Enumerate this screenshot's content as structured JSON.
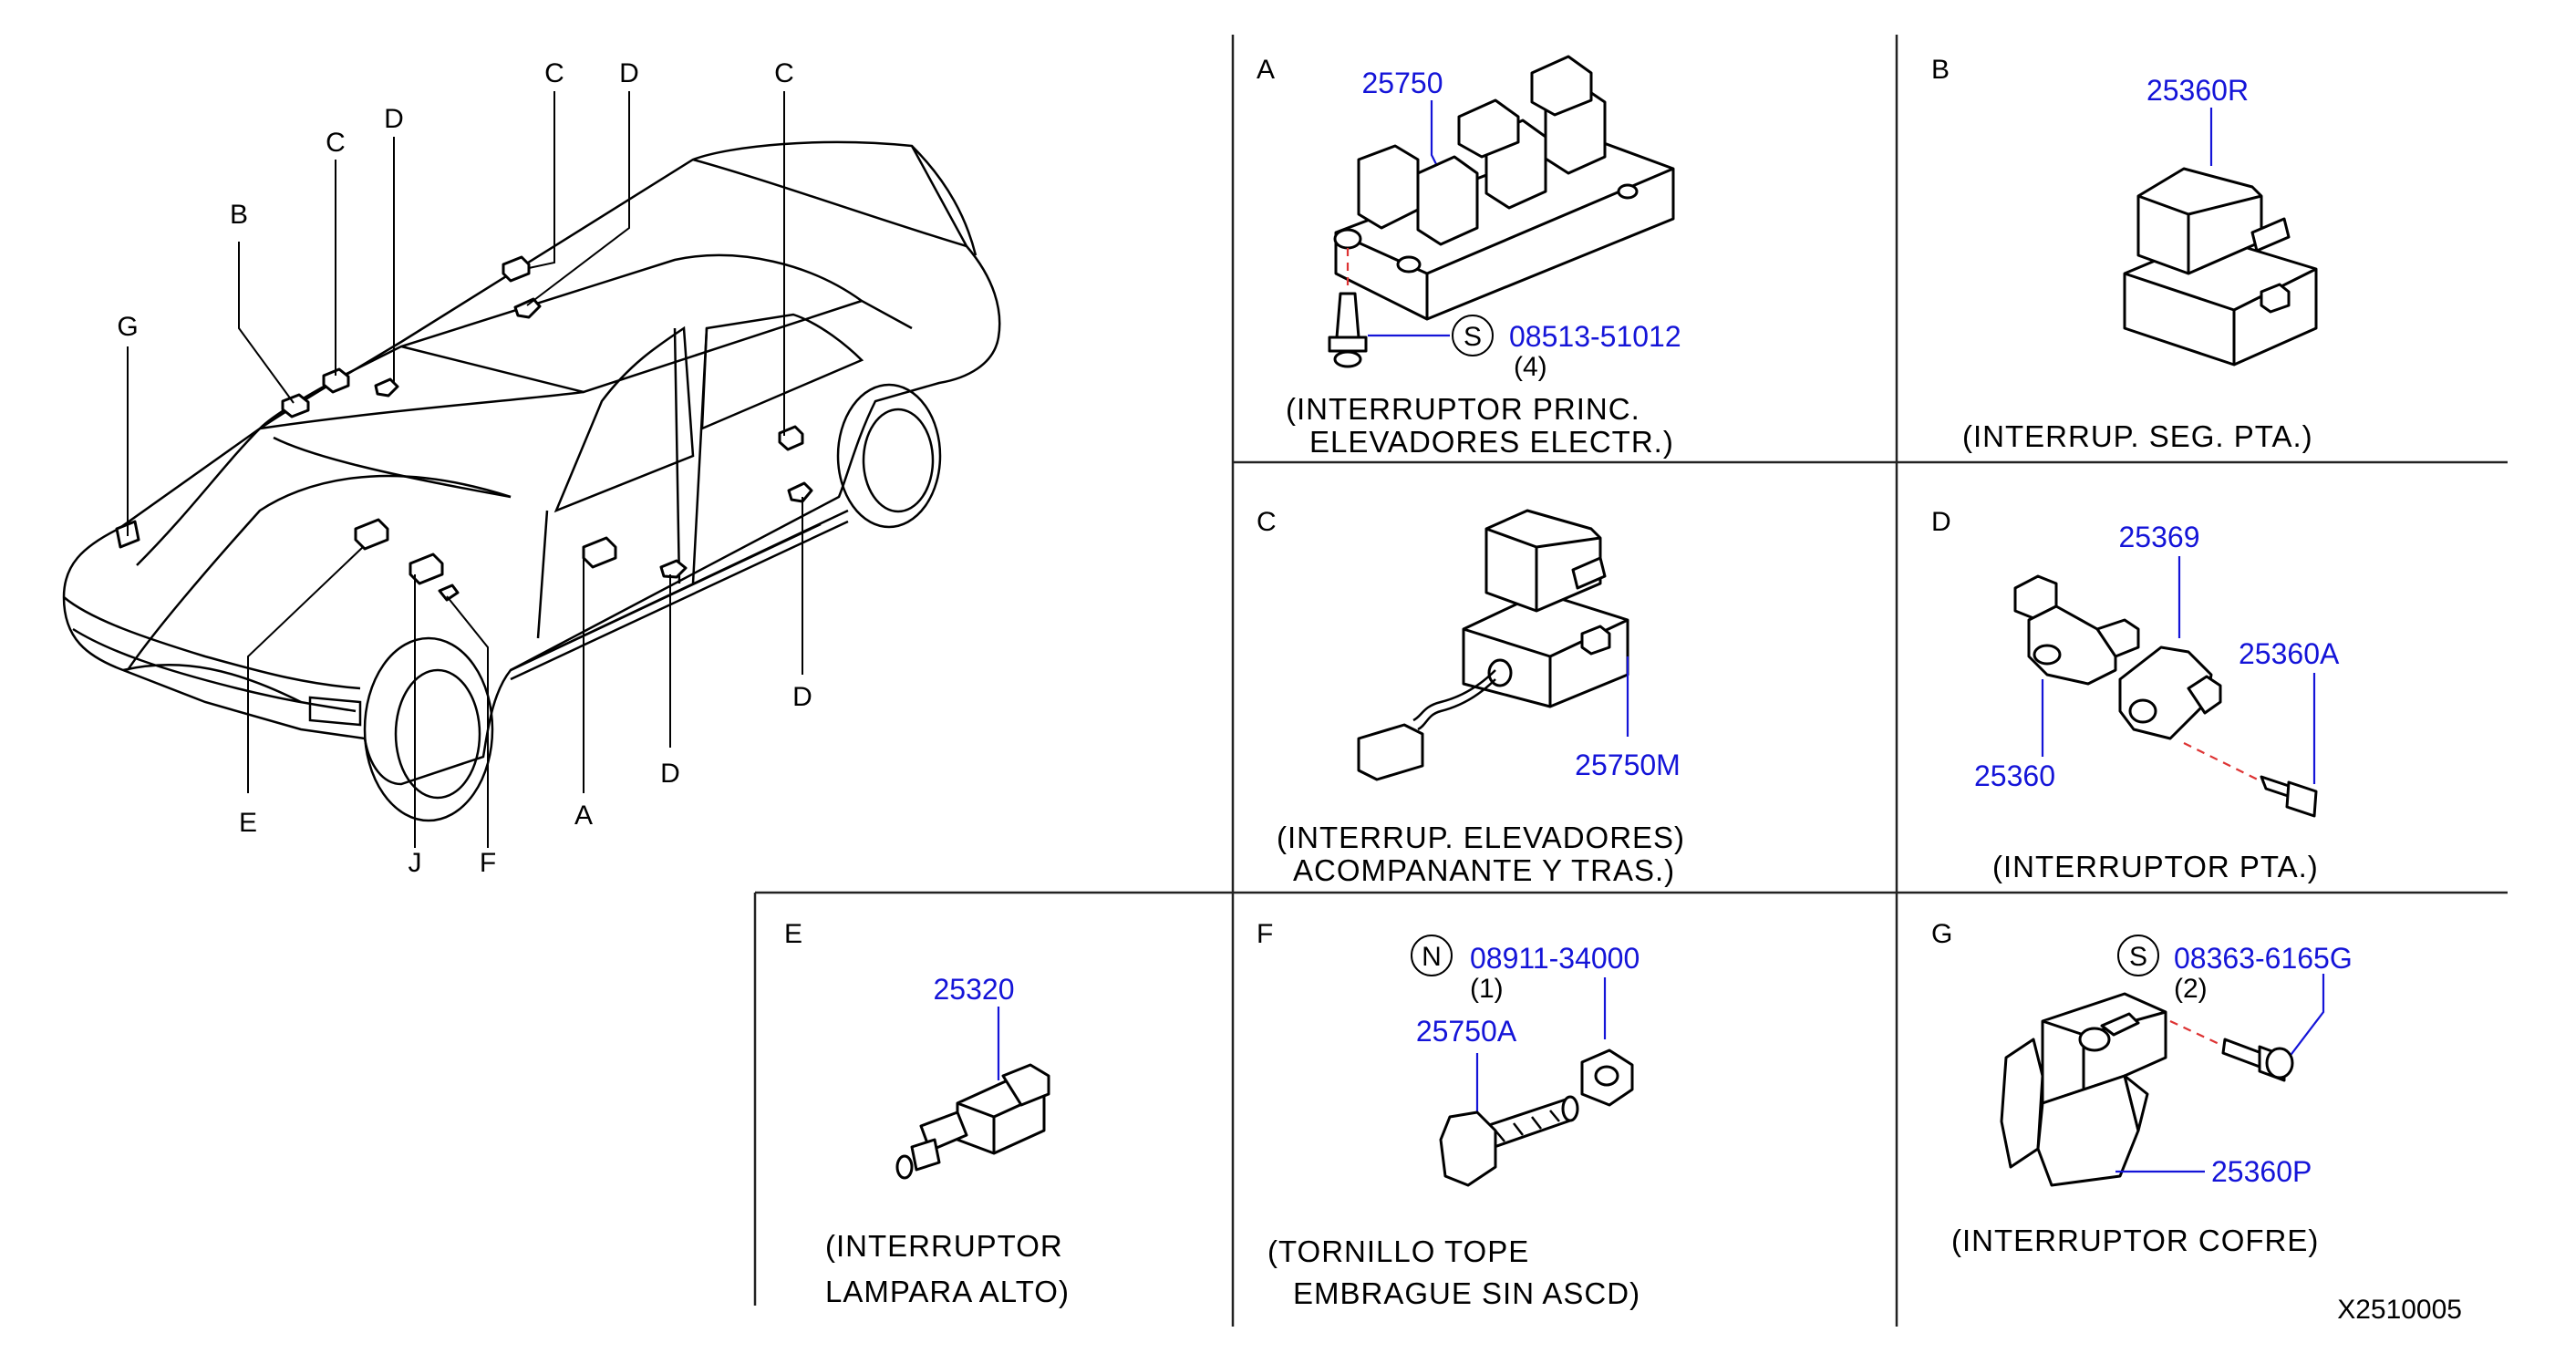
{
  "diagram_id": "X2510005",
  "car_callouts": [
    "C",
    "D",
    "C",
    "C",
    "D",
    "B",
    "G",
    "E",
    "J",
    "F",
    "A",
    "D",
    "D"
  ],
  "panels": {
    "A": {
      "letter": "A",
      "part_number": "25750",
      "screw_symbol": "S",
      "screw_part": "08513-51012",
      "screw_qty": "(4)",
      "caption_line1": "(INTERRUPTOR  PRINC.",
      "caption_line2": "ELEVADORES  ELECTR.)"
    },
    "B": {
      "letter": "B",
      "part_number": "25360R",
      "caption_line1": "(INTERRUP.  SEG.  PTA.)"
    },
    "C": {
      "letter": "C",
      "part_number": "25750M",
      "caption_line1": "(INTERRUP.  ELEVADORES)",
      "caption_line2": "ACOMPANANTE  Y  TRAS.)"
    },
    "D": {
      "letter": "D",
      "part_top": "25369",
      "part_right": "25360A",
      "part_left": "25360",
      "caption_line1": "(INTERRUPTOR  PTA.)"
    },
    "E": {
      "letter": "E",
      "part_number": "25320",
      "caption_line1": "(INTERRUPTOR",
      "caption_line2": "LAMPARA  ALTO)"
    },
    "F": {
      "letter": "F",
      "nut_symbol": "N",
      "nut_part": "08911-34000",
      "nut_qty": "(1)",
      "part_number": "25750A",
      "caption_line1": "(TORNILLO  TOPE",
      "caption_line2": "EMBRAGUE  SIN  ASCD)"
    },
    "G": {
      "letter": "G",
      "screw_symbol": "S",
      "screw_part": "08363-6165G",
      "screw_qty": "(2)",
      "part_number": "25360P",
      "caption_line1": "(INTERRUPTOR  COFRE)"
    }
  }
}
